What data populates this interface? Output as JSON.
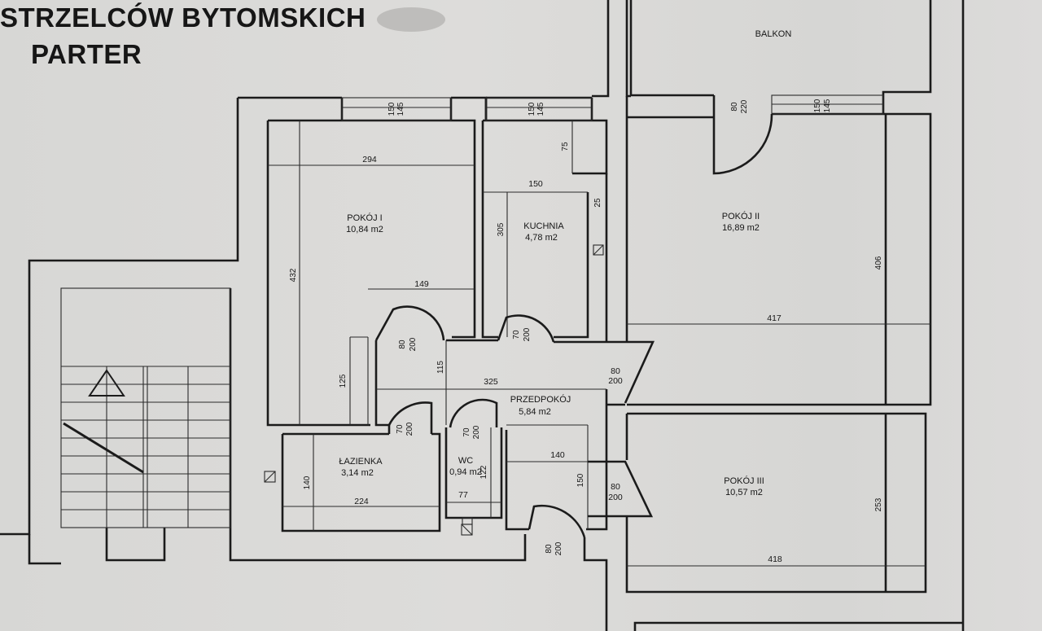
{
  "header": {
    "street": "STRZELCÓW BYTOMSKICH",
    "floor": "PARTER"
  },
  "rooms": {
    "balkon": {
      "name": "BALKON"
    },
    "pokoj1": {
      "name": "POKÓJ I",
      "area": "10,84 m2"
    },
    "kuchnia": {
      "name": "KUCHNIA",
      "area": "4,78 m2"
    },
    "pokoj2": {
      "name": "POKÓJ II",
      "area": "16,89 m2"
    },
    "przedpokoj": {
      "name": "PRZEDPOKÓJ",
      "area": "5,84 m2"
    },
    "lazienka": {
      "name": "ŁAZIENKA",
      "area": "3,14 m2"
    },
    "wc": {
      "name": "WC",
      "area": "0,94 m2"
    },
    "pokoj3": {
      "name": "POKÓJ III",
      "area": "10,57 m2"
    }
  },
  "dims": {
    "p1_top_a": "150",
    "p1_top_b": "145",
    "k_top_a": "150",
    "k_top_b": "145",
    "b_door_a": "80",
    "b_door_b": "220",
    "p2_win_a": "150",
    "p2_win_b": "145",
    "p1_width": "294",
    "k_depth": "75",
    "k_width": "150",
    "k_side": "25",
    "k_height": "305",
    "p1_height": "432",
    "p1_mid": "149",
    "p1_low": "125",
    "p1_door_a": "80",
    "p1_door_b": "200",
    "k_door_a": "70",
    "k_door_b": "200",
    "hall_a": "115",
    "hall_width": "325",
    "p2_door_a": "80",
    "p2_door_b": "200",
    "p2_height": "406",
    "p2_width": "417",
    "laz_door_a": "70",
    "laz_door_b": "200",
    "wc_door_a": "70",
    "wc_door_b": "200",
    "laz_height": "140",
    "laz_width": "224",
    "wc_height": "122",
    "wc_width": "77",
    "h_width": "140",
    "h_height": "150",
    "p3_door_a": "80",
    "p3_door_b": "200",
    "ent_door_a": "80",
    "ent_door_b": "200",
    "p3_height": "253",
    "p3_width": "418"
  }
}
